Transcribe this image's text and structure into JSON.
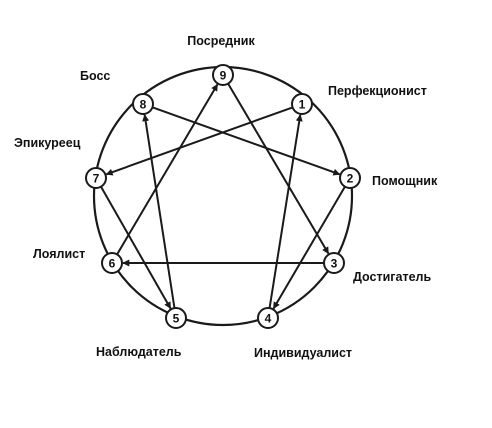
{
  "diagram": {
    "colors": {
      "line": "#1a1a1a",
      "node_fill": "#ffffff",
      "background": "#ffffff"
    },
    "nodes": [
      {
        "id": "1",
        "number": "1",
        "label": "Перфекционист"
      },
      {
        "id": "2",
        "number": "2",
        "label": "Помощник"
      },
      {
        "id": "3",
        "number": "3",
        "label": "Достигатель"
      },
      {
        "id": "4",
        "number": "4",
        "label": "Индивидуалист"
      },
      {
        "id": "5",
        "number": "5",
        "label": "Наблюдатель"
      },
      {
        "id": "6",
        "number": "6",
        "label": "Лоялист"
      },
      {
        "id": "7",
        "number": "7",
        "label": "Эпикуреец"
      },
      {
        "id": "8",
        "number": "8",
        "label": "Босс"
      },
      {
        "id": "9",
        "number": "9",
        "label": "Посредник"
      }
    ],
    "edges": [
      {
        "from": "1",
        "to": "7"
      },
      {
        "from": "7",
        "to": "5"
      },
      {
        "from": "5",
        "to": "8"
      },
      {
        "from": "8",
        "to": "2"
      },
      {
        "from": "2",
        "to": "4"
      },
      {
        "from": "4",
        "to": "1"
      },
      {
        "from": "9",
        "to": "3"
      },
      {
        "from": "3",
        "to": "6"
      },
      {
        "from": "6",
        "to": "9"
      }
    ]
  }
}
